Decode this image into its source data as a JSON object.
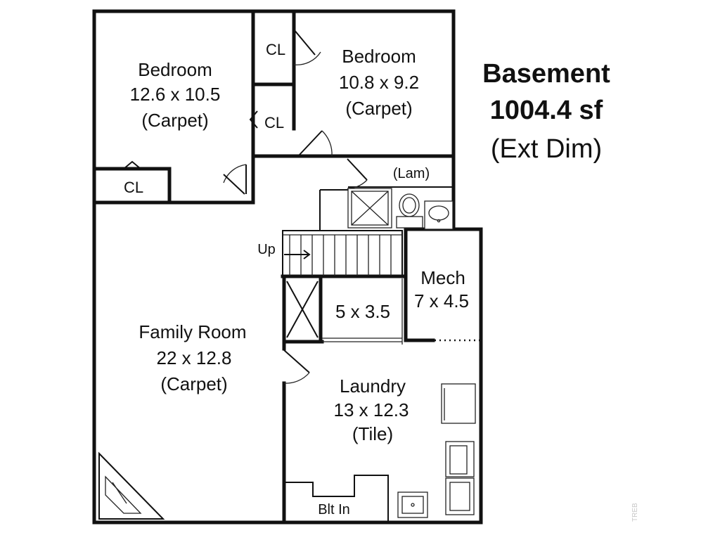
{
  "header": {
    "title": "Basement",
    "area": "1004.4 sf",
    "note": "(Ext Dim)"
  },
  "rooms": {
    "bedroom_left": {
      "name": "Bedroom",
      "dims": "12.6 x 10.5",
      "floor": "(Carpet)"
    },
    "bedroom_right": {
      "name": "Bedroom",
      "dims": "10.8 x 9.2",
      "floor": "(Carpet)"
    },
    "family_room": {
      "name": "Family Room",
      "dims": "22 x 12.8",
      "floor": "(Carpet)"
    },
    "laundry": {
      "name": "Laundry",
      "dims": "13 x 12.3",
      "floor": "(Tile)"
    },
    "mech": {
      "name": "Mech",
      "dims": "7 x 4.5"
    },
    "storage": {
      "dims": "5 x 3.5"
    },
    "bath": {
      "floor": "(Lam)"
    }
  },
  "labels": {
    "closet_top": "CL",
    "closet_middle": "CL",
    "closet_left": "CL",
    "stairs": "Up",
    "built_in": "Blt In"
  },
  "watermark": "TREB"
}
